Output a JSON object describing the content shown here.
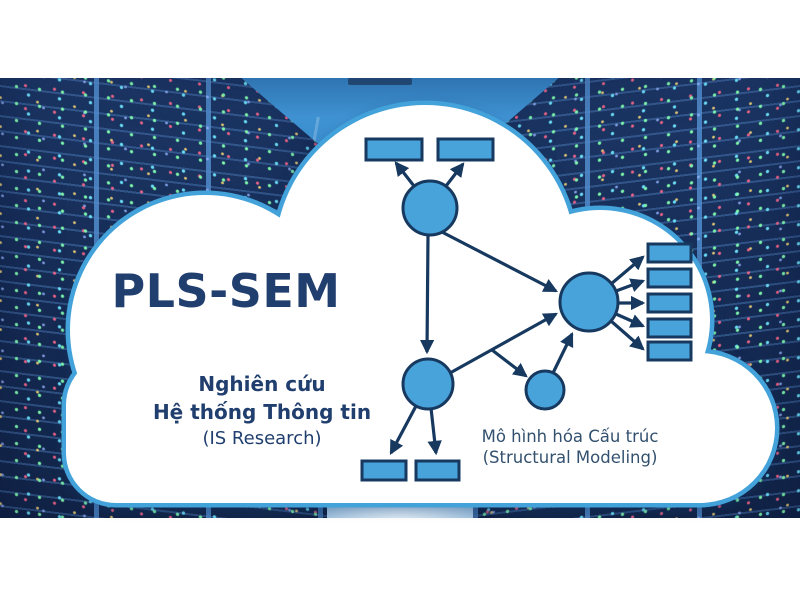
{
  "title": "PLS-SEM",
  "research_caption": {
    "line1": "Nghiên cứu",
    "line2": "Hệ thống Thông tin",
    "line3": "(IS Research)"
  },
  "model_caption": {
    "line1": "Mô hình hóa Cấu trúc",
    "line2": "(Structural Modeling)"
  },
  "colors": {
    "node_fill": "#47a3da",
    "node_stroke": "#17395f",
    "arrow": "#17395f",
    "cloud_fill": "#ffffff",
    "cloud_border": "#42a2d9",
    "title_text": "#203e6e",
    "caption_text": "#33516f",
    "photo_blue": "#2e77b6"
  },
  "diagram": {
    "type": "structural-equation-model",
    "description": "PLS-SEM path model drawn inside a white cloud over a blue data-center photo; circles are latent variables, rectangles are indicators, arrows are paths",
    "latent_variables": [
      {
        "id": "lv1",
        "shape": "circle",
        "position": "top"
      },
      {
        "id": "lv2",
        "shape": "circle",
        "position": "bottom-left"
      },
      {
        "id": "lv3",
        "shape": "circle",
        "position": "right"
      },
      {
        "id": "lv4",
        "shape": "circle",
        "position": "bottom-middle-small"
      }
    ],
    "indicators": [
      {
        "id": "ind-top-1",
        "shape": "rect",
        "attached_to": "lv1"
      },
      {
        "id": "ind-top-2",
        "shape": "rect",
        "attached_to": "lv1"
      },
      {
        "id": "ind-bottom-1",
        "shape": "rect",
        "attached_to": "lv2"
      },
      {
        "id": "ind-bottom-2",
        "shape": "rect",
        "attached_to": "lv2"
      },
      {
        "id": "ind-right-1",
        "shape": "rect",
        "attached_to": "lv3"
      },
      {
        "id": "ind-right-2",
        "shape": "rect",
        "attached_to": "lv3"
      },
      {
        "id": "ind-right-3",
        "shape": "rect",
        "attached_to": "lv3"
      },
      {
        "id": "ind-right-4",
        "shape": "rect",
        "attached_to": "lv3"
      },
      {
        "id": "ind-right-5",
        "shape": "rect",
        "attached_to": "lv3"
      }
    ],
    "paths": [
      {
        "from": "lv1",
        "to": "ind-top-1"
      },
      {
        "from": "lv1",
        "to": "ind-top-2"
      },
      {
        "from": "lv1",
        "to": "lv2"
      },
      {
        "from": "lv1",
        "to": "lv3"
      },
      {
        "from": "lv2",
        "to": "lv3"
      },
      {
        "from": "lv2",
        "to": "lv4"
      },
      {
        "from": "lv4",
        "to": "lv3"
      },
      {
        "from": "lv2",
        "to": "ind-bottom-1"
      },
      {
        "from": "lv2",
        "to": "ind-bottom-2"
      },
      {
        "from": "lv3",
        "to": "ind-right-1"
      },
      {
        "from": "lv3",
        "to": "ind-right-2"
      },
      {
        "from": "lv3",
        "to": "ind-right-3"
      },
      {
        "from": "lv3",
        "to": "ind-right-4"
      },
      {
        "from": "lv3",
        "to": "ind-right-5"
      }
    ]
  },
  "background": {
    "scene": "data-center-server-racks",
    "tint": "blue"
  }
}
